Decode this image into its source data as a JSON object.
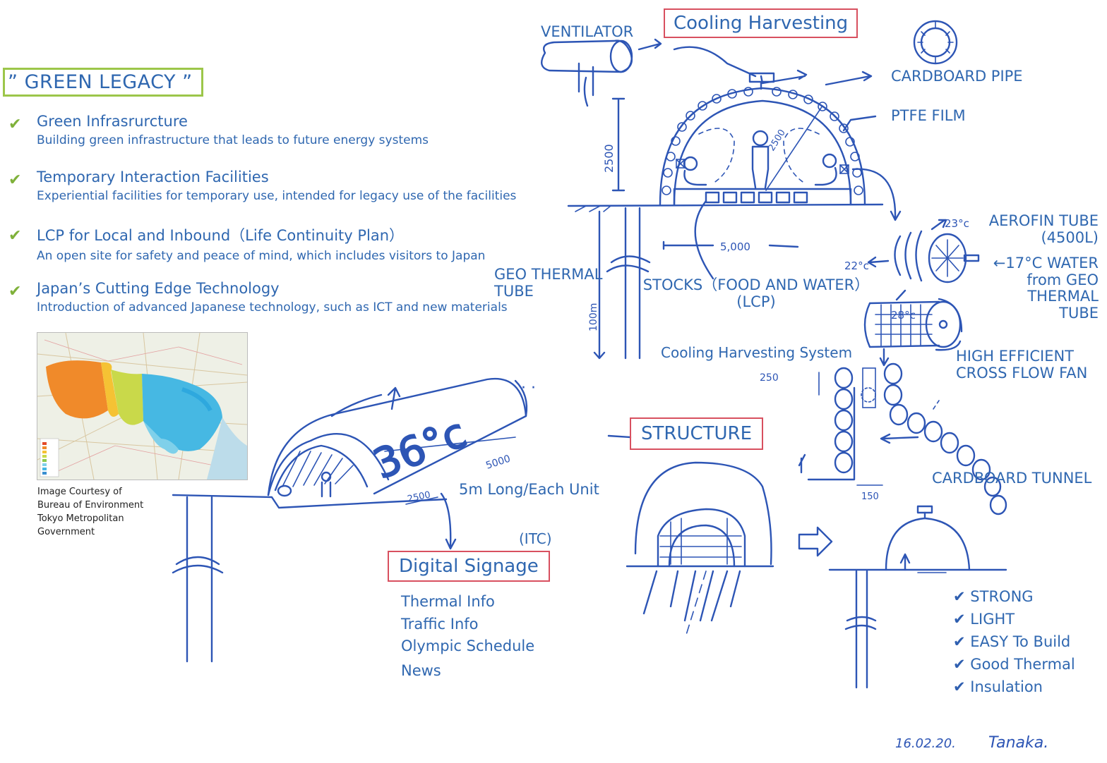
{
  "title": "” GREEN LEGACY ”",
  "legacy_items": [
    {
      "title": "Green Infrasrurcture",
      "desc": "Building green infrastructure that leads to future energy systems"
    },
    {
      "title": "Temporary Interaction Facilities",
      "desc": "Experiential facilities for temporary use, intended for legacy use of the facilities"
    },
    {
      "title": "LCP for Local and Inbound（Life Continuity Plan）",
      "desc": "An open site for safety and peace of mind, which includes visitors to Japan"
    },
    {
      "title": "Japan’s Cutting Edge Technology",
      "desc": "Introduction of advanced Japanese technology, such as ICT and new materials"
    }
  ],
  "map_credit": [
    "Image Courtesy of",
    "Bureau of Environment",
    "Tokyo Metropolitan",
    "Government"
  ],
  "cooling": {
    "box_title": "Cooling Harvesting",
    "ventilator": "VENTILATOR",
    "cardboard_pipe": "CARDBOARD PIPE",
    "ptfe_film": "PTFE FILM",
    "geo_thermal_tube": [
      "GEO THERMAL",
      "TUBE"
    ],
    "stocks": [
      "STOCKS（FOOD AND WATER）",
      "(LCP)"
    ],
    "aerofin": [
      "AEROFIN TUBE",
      "(4500L)"
    ],
    "water": [
      "←17°C WATER",
      "from GEO",
      "THERMAL",
      "TUBE"
    ],
    "system": "Cooling Harvesting System",
    "fan": [
      "HIGH EFFICIENT",
      "CROSS FLOW FAN"
    ],
    "tunnel": "CARDBOARD TUNNEL",
    "dims": {
      "height": "2500",
      "width": "5,000",
      "depth": "100m",
      "slant": "2500",
      "pipe": "250",
      "base": "150"
    },
    "temps": {
      "t23": "23°c",
      "t22": "22°c",
      "t28": "28°c"
    }
  },
  "signage": {
    "temp_display": "36°c",
    "unit_length": "5m Long/Each Unit",
    "len_dim": "5000",
    "sub_dim": "2500",
    "itc": "(ITC)",
    "box_title": "Digital Signage",
    "items": [
      "Thermal Info",
      "Traffic Info",
      "Olympic Schedule",
      "News"
    ]
  },
  "structure": {
    "box_title": "STRUCTURE",
    "features": [
      "STRONG",
      "LIGHT",
      "EASY To Build",
      "Good Thermal",
      "Insulation"
    ]
  },
  "signature": {
    "date": "16.02.20.",
    "name": "Tanaka."
  },
  "colors": {
    "accent_blue": "#2f67b0",
    "green_box": "#9cc64a",
    "red_box": "#d8505f",
    "sketch_ink": "#2d55b5"
  }
}
